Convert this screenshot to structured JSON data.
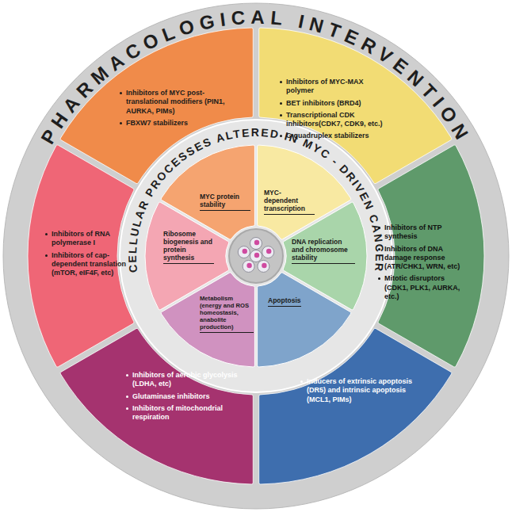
{
  "diagram": {
    "title": "PHARMACOLOGICAL INTERVENTION",
    "nodes": [
      {
        "text": [
          "Inhibitors of MYC post-translational modifiers (PIN1, AURKA, PIMs)",
          "FBXW7 stabilizers"
        ]
      },
      {
        "text": [
          "Inhibitors of MYC-MAX polymer",
          "BET inhibitors (BRD4)",
          "Transcriptional CDK inhibitors(CDK7, CDK9, etc.)",
          "G quadruplex stabilizers"
        ]
      },
      {
        "text": [
          "Inhibitors of NTP synthesis",
          "Inhibitors of DNA damage response (ATR/CHK1, WRN, etc)",
          "Mitotic disruptors (CDK1, PLK1, AURKA, etc.)"
        ]
      },
      {
        "text": [
          "Inducers of extrinsic apoptosis (DR5) and intrinsic apoptosis (MCL1, PIMs)"
        ]
      },
      {
        "text": [
          "Inhibitors of aerobic glycolysis (LDHA, etc)",
          "Glutaminase inhibitors",
          "Inhibitors of mitochondrial respiration"
        ]
      },
      {
        "text": [
          "Inhibitors of RNA polymerase I",
          "Inhibitors of cap-dependent translation (mTOR, eIF4F, etc)"
        ]
      },
      {
        "text": [
          "MYC protein stability"
        ]
      },
      {
        "text": [
          "MYC-dependent transcription"
        ]
      },
      {
        "text": [
          "DNA replication and chromosome stability"
        ]
      },
      {
        "text": [
          "Apoptosis"
        ]
      },
      {
        "text": [
          "Metabolism (energy and ROS homeostasis, anabolite production)"
        ]
      },
      {
        "text": [
          "Ribosome biogenesis and protein synthesis"
        ]
      }
    ],
    "labels": [
      "CELLULAR PROCESSES ALTERED IN MYC - DRIVEN CANCER"
    ]
  }
}
